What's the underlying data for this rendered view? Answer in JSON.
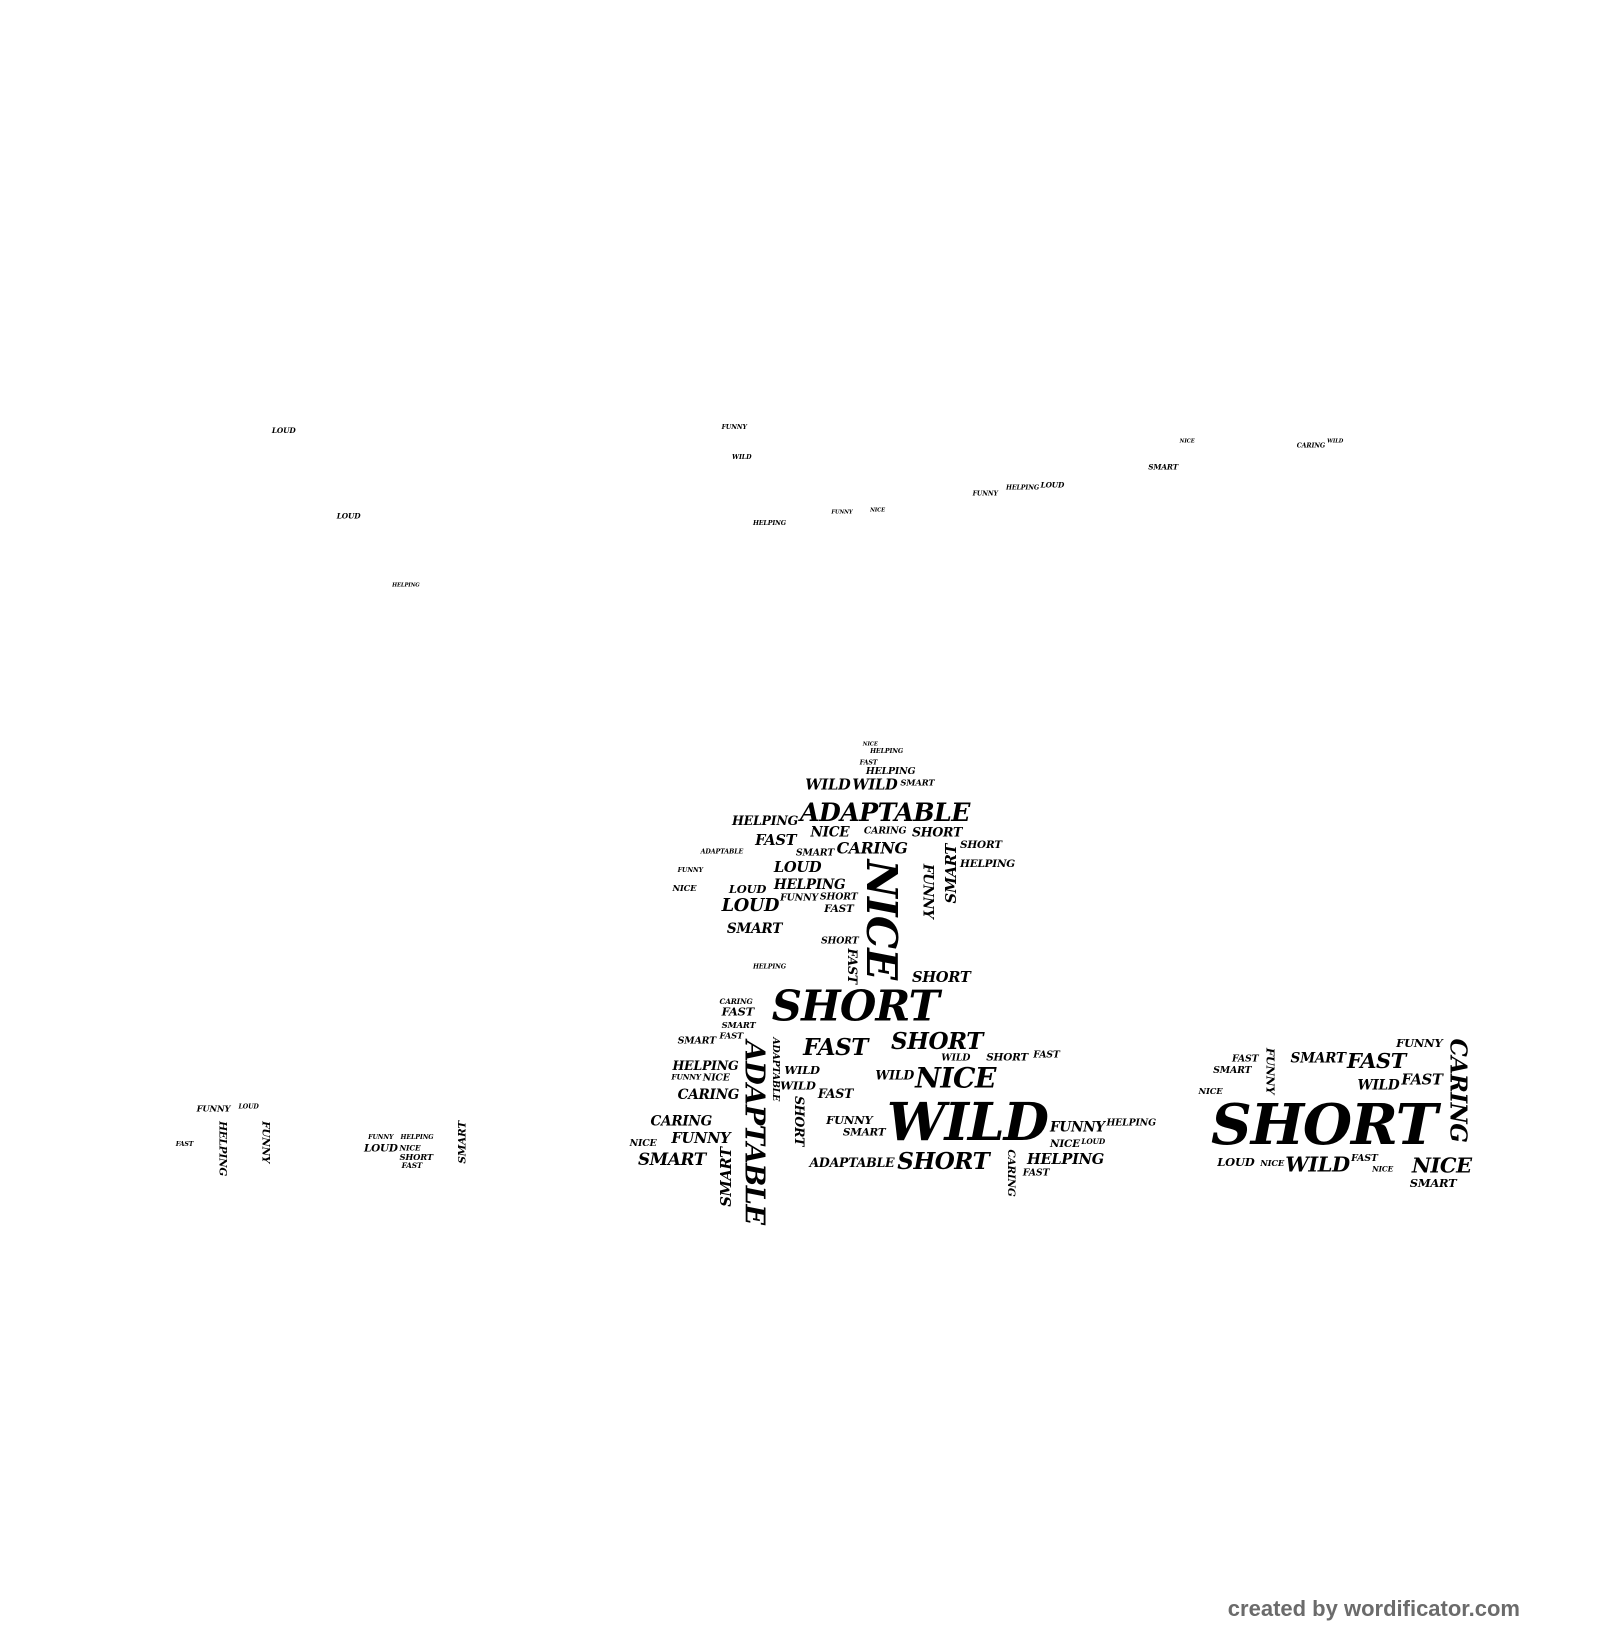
{
  "words": [
    "LOUD",
    "LOUD",
    "HELPING",
    "FUNNY",
    "WILD",
    "HELPING",
    "FUNNY",
    "NICE",
    "FUNNY",
    "HELPING",
    "LOUD",
    "SMART",
    "NICE",
    "CARING",
    "WILD",
    "NICE",
    "HELPING",
    "FAST",
    "HELPING",
    "WILD",
    "WILD",
    "SMART",
    "ADAPTABLE",
    "HELPING",
    "FAST",
    "SMART",
    "CARING",
    "SHORT",
    "CARING",
    "NICE",
    "SHORT",
    "HELPING",
    "ADAPTABLE",
    "FUNNY",
    "NICE",
    "LOUD",
    "LOUD",
    "HELPING",
    "LOUD",
    "FUNNY",
    "SMART",
    "FAST",
    "SHORT",
    "SHORT",
    "NICE",
    "FUNNY",
    "SMART",
    "FAST",
    "SHORT",
    "SHORT",
    "HELPING",
    "CARING",
    "FAST",
    "SMART",
    "SHORT",
    "FAST",
    "SMART",
    "FAST",
    "NICE",
    "WILD",
    "ADAPTABLE",
    "ADAPTABLE",
    "HELPING",
    "FUNNY",
    "NICE",
    "WILD",
    "CARING",
    "WILD",
    "FAST",
    "WILD",
    "CARING",
    "FUNNY",
    "SMART",
    "NICE",
    "SMART",
    "SHORT",
    "FUNNY",
    "SMART",
    "ADAPTABLE",
    "SHORT",
    "FUNNY",
    "HELPING",
    "NICE",
    "LOUD",
    "WILD",
    "SHORT",
    "FAST",
    "HELPING",
    "CARING",
    "FAST",
    "SHORT",
    "FAST",
    "SMART",
    "NICE",
    "SMART",
    "FAST",
    "FUNNY",
    "FAST",
    "CARING",
    "FUNNY",
    "WILD",
    "SMART",
    "NICE",
    "WILD",
    "LOUD",
    "NICE",
    "FAST",
    "NICE",
    "FUNNY",
    "LOUD",
    "HELPING",
    "FUNNY",
    "FAST",
    "LOUD",
    "NICE",
    "FUNNY",
    "HELPING",
    "SHORT",
    "FAST",
    "SMART"
  ],
  "footer": "created by wordificator.com"
}
